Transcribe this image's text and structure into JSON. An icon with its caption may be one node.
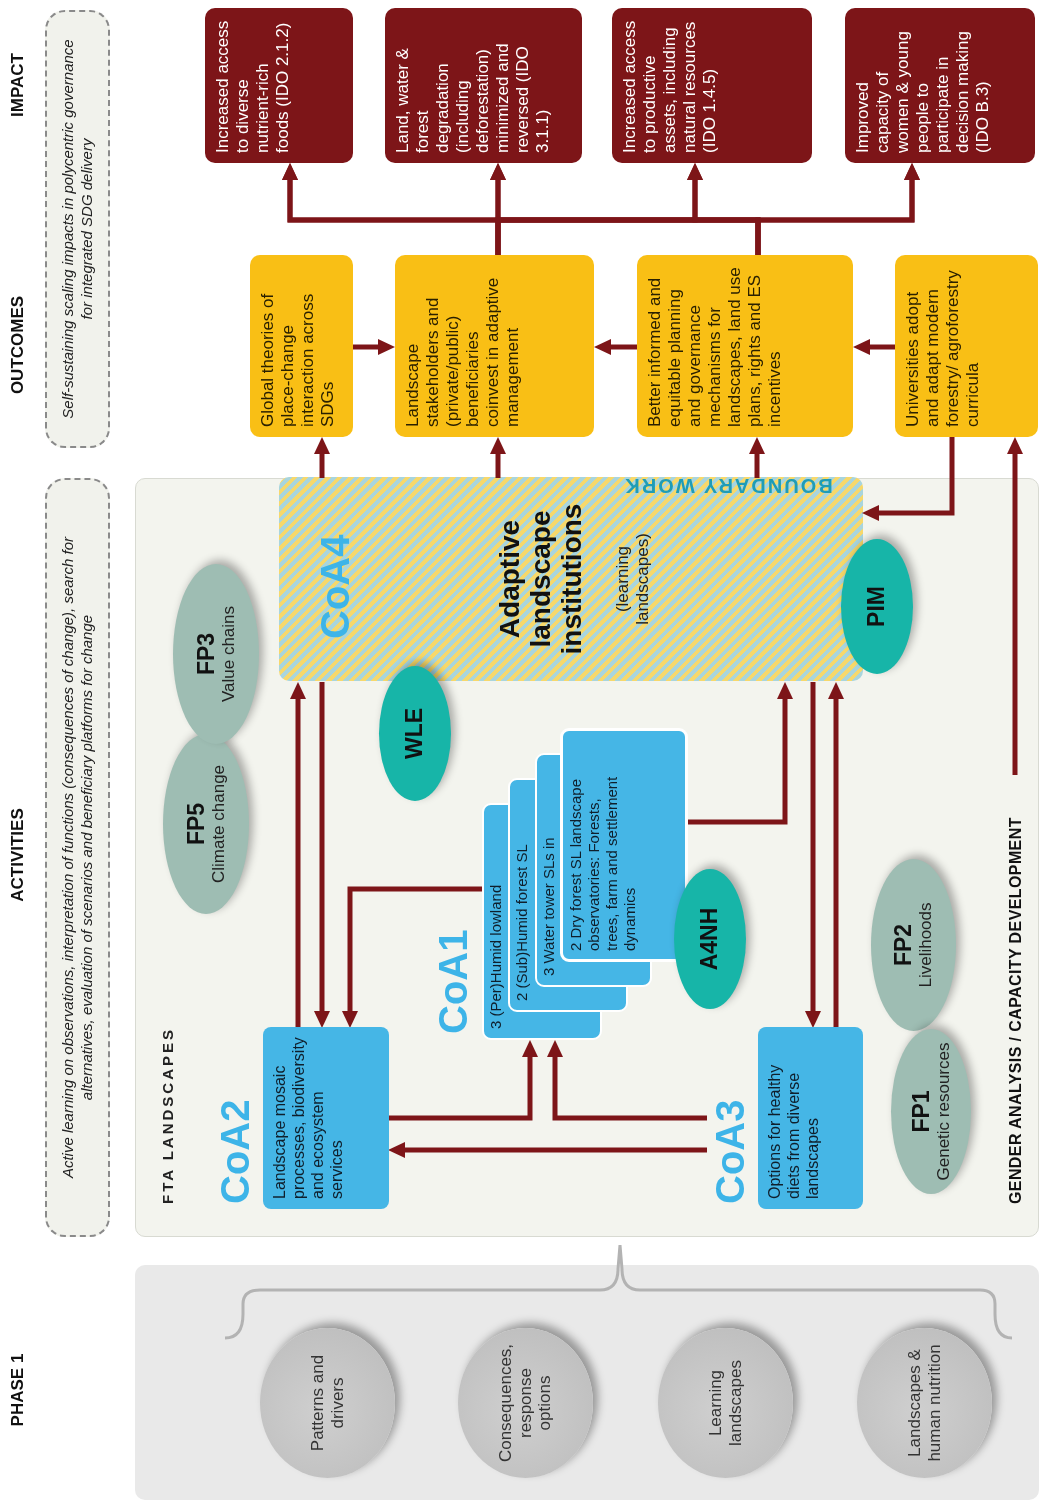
{
  "diagram": {
    "nodes": [
      {
        "text": [
          "Patterns and drivers"
        ]
      },
      {
        "text": [
          "Consequences, response options"
        ]
      },
      {
        "text": [
          "Learning landscapes"
        ]
      },
      {
        "text": [
          "Landscapes & human nutrition"
        ]
      },
      {
        "text": [
          "FTA LANDSCAPES"
        ]
      },
      {
        "text": [
          "CoA2",
          "Landscape mosaic processes, biodiversity and ecosystem services"
        ],
        "in": 4
      },
      {
        "text": [
          "CoA1"
        ],
        "in": 4
      },
      {
        "text": [
          "3 (Per)Humid lowland"
        ],
        "in": 6
      },
      {
        "text": [
          "2 (Sub)Humid forest SL"
        ],
        "in": 6
      },
      {
        "text": [
          "3 Water tower SLs in"
        ],
        "in": 6
      },
      {
        "text": [
          "2 Dry forest SL landscape observatories: Forests, trees, farm and settlement dynamics"
        ],
        "in": 6
      },
      {
        "text": [
          "CoA3",
          "Options for healthy diets from diverse landscapes"
        ],
        "in": 4
      },
      {
        "text": [
          "CoA4",
          "Adaptive landscape institutions",
          "(learning landscapes)",
          "BOUNDARY WORK"
        ],
        "in": 4
      },
      {
        "text": [
          "FP5",
          "Climate change"
        ],
        "in": 4
      },
      {
        "text": [
          "FP3",
          "Value chains"
        ],
        "in": 4
      },
      {
        "text": [
          "WLE"
        ],
        "in": 4
      },
      {
        "text": [
          "A4NH"
        ],
        "in": 4
      },
      {
        "text": [
          "PIM"
        ],
        "in": 4
      },
      {
        "text": [
          "FP2",
          "Livelihoods"
        ],
        "in": 4
      },
      {
        "text": [
          "FP1",
          "Genetic resources"
        ],
        "in": 4
      },
      {
        "text": [
          "GENDER ANALYSIS / CAPACITY DEVELOPMENT"
        ],
        "in": 4
      },
      {
        "text": [
          "Global theories of place-change interaction across SDGs"
        ]
      },
      {
        "text": [
          "Landscape stakeholders and (private/public) beneficiaries coinvest in adaptive management"
        ]
      },
      {
        "text": [
          "Better informed and equitable planning and governance mechanisms for landscapes, land use plans, rights and ES incentives"
        ]
      },
      {
        "text": [
          "Universities adopt and adapt modern forestry/ agroforestry curricula"
        ]
      },
      {
        "text": [
          "Increased access to diverse nutrient-rich foods (IDO 2.1.2)"
        ]
      },
      {
        "text": [
          "Land, water & forest degradation (including deforestation) minimized and reversed (IDO 3.1.1)"
        ]
      },
      {
        "text": [
          "Increased access to productive assets, including natural resources (IDO 1.4.5)"
        ]
      },
      {
        "text": [
          "Improved capacity of women & young people to participate in decision making (IDO B.3)"
        ]
      },
      {
        "text": [
          "Active learning on observations, interpretation of functions (consequences of change), search for alternatives, evaluation of scenarios and beneficiary platforms for change"
        ]
      },
      {
        "text": [
          "Self-sustaining scaling impacts in polycentric governance for integrated SDG delivery"
        ]
      }
    ],
    "edges": [
      {
        "from": 21,
        "to": 22,
        "arrow": "to"
      },
      {
        "from": 23,
        "to": 22,
        "arrow": "to"
      },
      {
        "from": 24,
        "to": 23,
        "arrow": "to"
      },
      {
        "from": 22,
        "to": 25,
        "arrow": "to"
      },
      {
        "from": 22,
        "to": 26,
        "arrow": "to"
      },
      {
        "from": 22,
        "to": 27,
        "arrow": "to"
      },
      {
        "from": 22,
        "to": 28,
        "arrow": "to"
      },
      {
        "from": 23,
        "to": 25,
        "arrow": "to"
      },
      {
        "from": 23,
        "to": 26,
        "arrow": "to"
      },
      {
        "from": 23,
        "to": 27,
        "arrow": "to"
      },
      {
        "from": 23,
        "to": 28,
        "arrow": "to"
      },
      {
        "from": 12,
        "to": 21,
        "arrow": "to"
      },
      {
        "from": 12,
        "to": 22,
        "arrow": "to"
      },
      {
        "from": 12,
        "to": 23,
        "arrow": "to"
      },
      {
        "from": 24,
        "to": 12,
        "arrow": "to"
      },
      {
        "from": 20,
        "to": 24,
        "arrow": "to"
      },
      {
        "from": 5,
        "to": 12,
        "arrow": "to"
      },
      {
        "from": 12,
        "to": 5,
        "arrow": "to"
      },
      {
        "from": 7,
        "to": 5,
        "arrow": "to"
      },
      {
        "from": 5,
        "to": 6,
        "arrow": "to"
      },
      {
        "from": 11,
        "to": 6,
        "arrow": "to"
      },
      {
        "from": 11,
        "to": 5,
        "arrow": "to"
      },
      {
        "from": 10,
        "to": 12,
        "arrow": "to"
      },
      {
        "from": 12,
        "to": 11,
        "arrow": "to"
      },
      {
        "from": 11,
        "to": 12,
        "arrow": "to"
      }
    ],
    "labels": [
      "PHASE 1",
      "ACTIVITIES",
      "OUTCOMES",
      "IMPACT"
    ]
  }
}
